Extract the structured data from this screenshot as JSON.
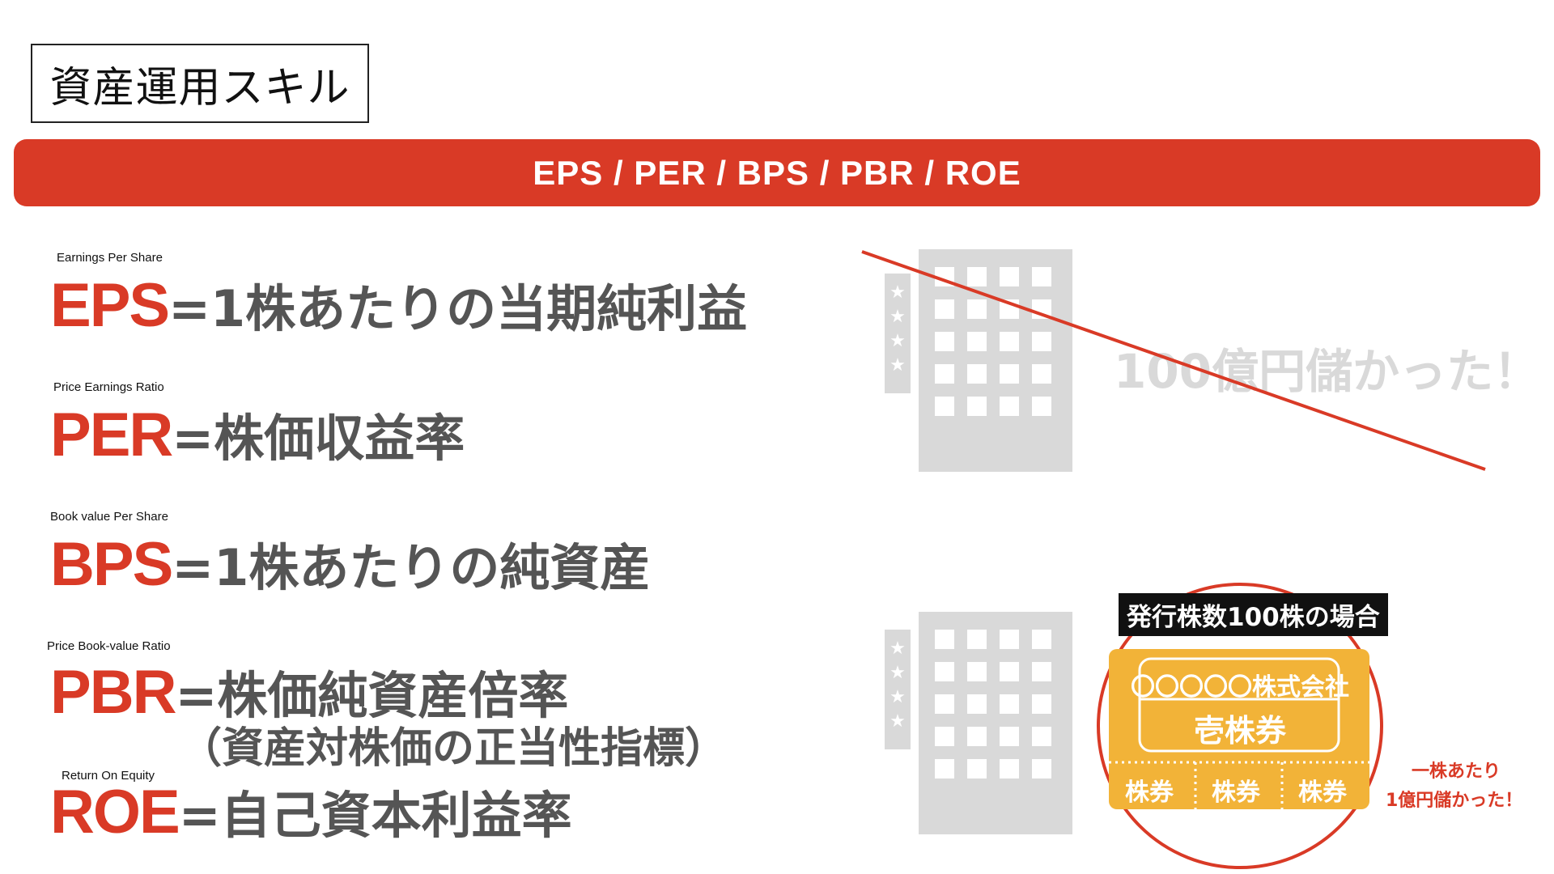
{
  "slide": {
    "title": "資産運用スキル",
    "banner": "EPS / PER / BPS / PBR / ROE"
  },
  "definitions": [
    {
      "english": "Earnings Per Share",
      "abbr": "EPS",
      "text": "=1株あたりの当期純利益"
    },
    {
      "english": "Price Earnings Ratio",
      "abbr": "PER",
      "text": "=株価収益率"
    },
    {
      "english": "Book value Per Share",
      "abbr": "BPS",
      "text": "=1株あたりの純資産"
    },
    {
      "english": "Price Book-value Ratio",
      "abbr": "PBR",
      "text": "=株価純資産倍率",
      "note": "（資産対株価の正当性指標）"
    },
    {
      "english": "Return On Equity",
      "abbr": "ROE",
      "text": "=自己資本利益率"
    }
  ],
  "illustration": {
    "profit_text": "100億円儲かった！",
    "issue_label": "発行株数100株の場合",
    "ticket": {
      "company": "〇〇〇〇〇株式会社",
      "title": "壱株券",
      "coupons": [
        "株券",
        "株券",
        "株券"
      ]
    },
    "per_share_note": [
      "一株あたり",
      "1億円儲かった！"
    ]
  },
  "colors": {
    "accent": "#d93a26",
    "text_gray": "#555555",
    "building_gray": "#d9d9d9",
    "ticket_gold": "#f2b338"
  }
}
